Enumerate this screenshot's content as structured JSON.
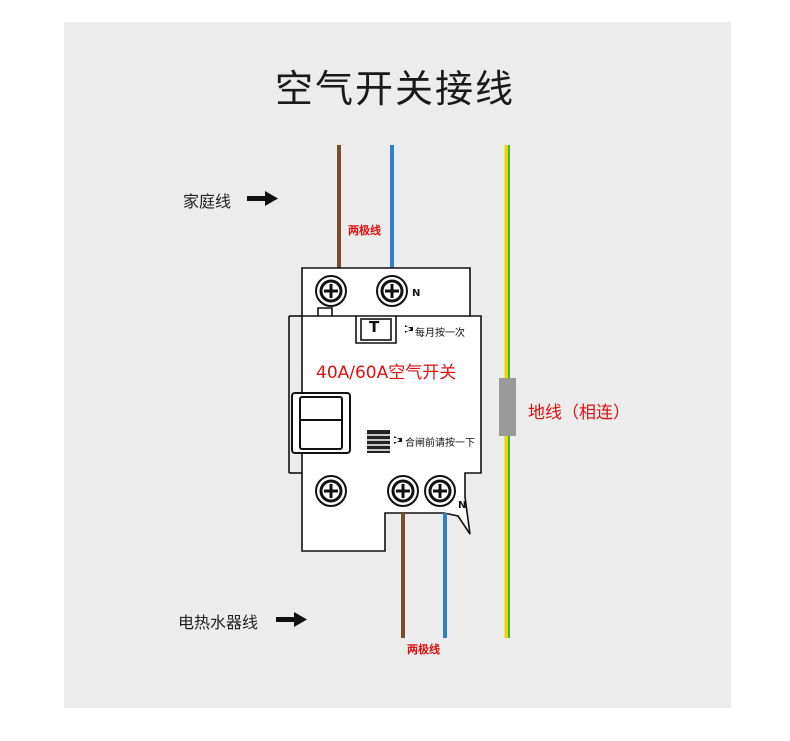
{
  "title": "空气开关接线",
  "labels": {
    "home_line": "家庭线",
    "two_pole_top": "两极线",
    "breaker_model": "40A/60A空气开关",
    "test_button_label": "每月按一次",
    "test_button_letter": "T",
    "close_hint": "合闸前请按一下",
    "neutral_top": "N",
    "neutral_bottom": "N",
    "ground_line": "地线（相连）",
    "water_heater_line": "电热水器线",
    "two_pole_bottom": "两极线"
  },
  "colors": {
    "live_wire": "#7a4a2a",
    "neutral_wire": "#2f7fd0",
    "ground_wire_yellow": "#e8d800",
    "ground_wire_green": "#4caf3a",
    "annotation_red": "#e01010",
    "background_panel": "#ececec"
  }
}
